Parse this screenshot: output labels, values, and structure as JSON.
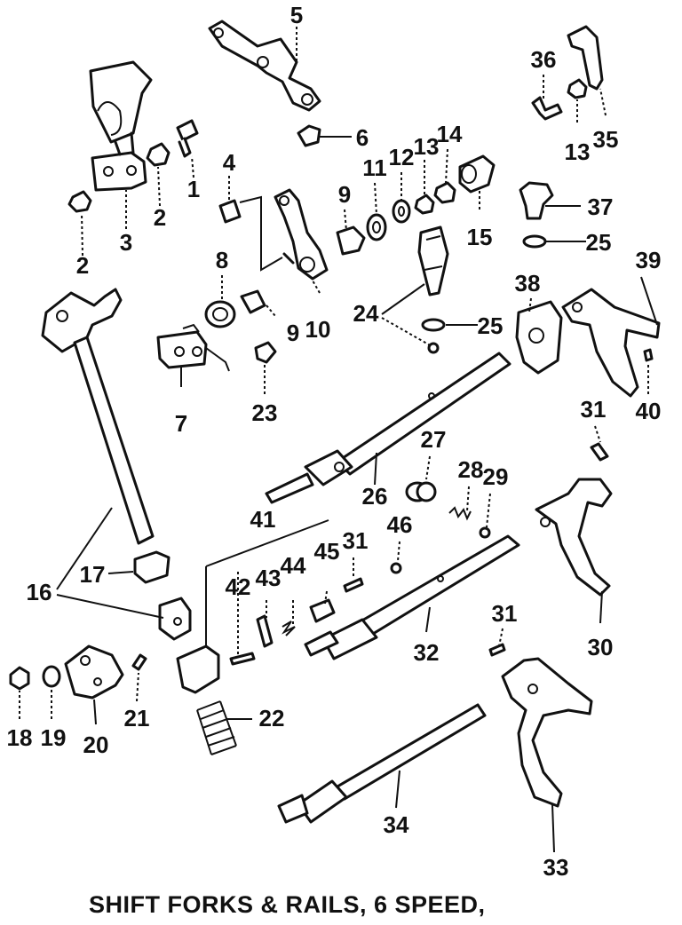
{
  "caption": "SHIFT FORKS & RAILS, 6 SPEED,",
  "callouts": [
    {
      "id": "c2a",
      "text": "2"
    },
    {
      "id": "c2b",
      "text": "2"
    },
    {
      "id": "c3",
      "text": "3"
    },
    {
      "id": "c1",
      "text": "1"
    },
    {
      "id": "c4",
      "text": "4"
    },
    {
      "id": "c5",
      "text": "5"
    },
    {
      "id": "c6",
      "text": "6"
    },
    {
      "id": "c7",
      "text": "7"
    },
    {
      "id": "c8",
      "text": "8"
    },
    {
      "id": "c9a",
      "text": "9"
    },
    {
      "id": "c9b",
      "text": "9"
    },
    {
      "id": "c10",
      "text": "10"
    },
    {
      "id": "c11",
      "text": "11"
    },
    {
      "id": "c12",
      "text": "12"
    },
    {
      "id": "c13a",
      "text": "13"
    },
    {
      "id": "c13b",
      "text": "13"
    },
    {
      "id": "c14",
      "text": "14"
    },
    {
      "id": "c15",
      "text": "15"
    },
    {
      "id": "c16",
      "text": "16"
    },
    {
      "id": "c17",
      "text": "17"
    },
    {
      "id": "c18",
      "text": "18"
    },
    {
      "id": "c19",
      "text": "19"
    },
    {
      "id": "c20",
      "text": "20"
    },
    {
      "id": "c21",
      "text": "21"
    },
    {
      "id": "c22",
      "text": "22"
    },
    {
      "id": "c23",
      "text": "23"
    },
    {
      "id": "c24",
      "text": "24"
    },
    {
      "id": "c25a",
      "text": "25"
    },
    {
      "id": "c25b",
      "text": "25"
    },
    {
      "id": "c26",
      "text": "26"
    },
    {
      "id": "c27",
      "text": "27"
    },
    {
      "id": "c28",
      "text": "28"
    },
    {
      "id": "c29",
      "text": "29"
    },
    {
      "id": "c30",
      "text": "30"
    },
    {
      "id": "c31a",
      "text": "31"
    },
    {
      "id": "c31b",
      "text": "31"
    },
    {
      "id": "c31c",
      "text": "31"
    },
    {
      "id": "c32",
      "text": "32"
    },
    {
      "id": "c33",
      "text": "33"
    },
    {
      "id": "c34",
      "text": "34"
    },
    {
      "id": "c35",
      "text": "35"
    },
    {
      "id": "c36",
      "text": "36"
    },
    {
      "id": "c37",
      "text": "37"
    },
    {
      "id": "c38",
      "text": "38"
    },
    {
      "id": "c39",
      "text": "39"
    },
    {
      "id": "c40",
      "text": "40"
    },
    {
      "id": "c41",
      "text": "41"
    },
    {
      "id": "c42",
      "text": "42"
    },
    {
      "id": "c43",
      "text": "43"
    },
    {
      "id": "c44",
      "text": "44"
    },
    {
      "id": "c45",
      "text": "45"
    },
    {
      "id": "c46",
      "text": "46"
    }
  ]
}
